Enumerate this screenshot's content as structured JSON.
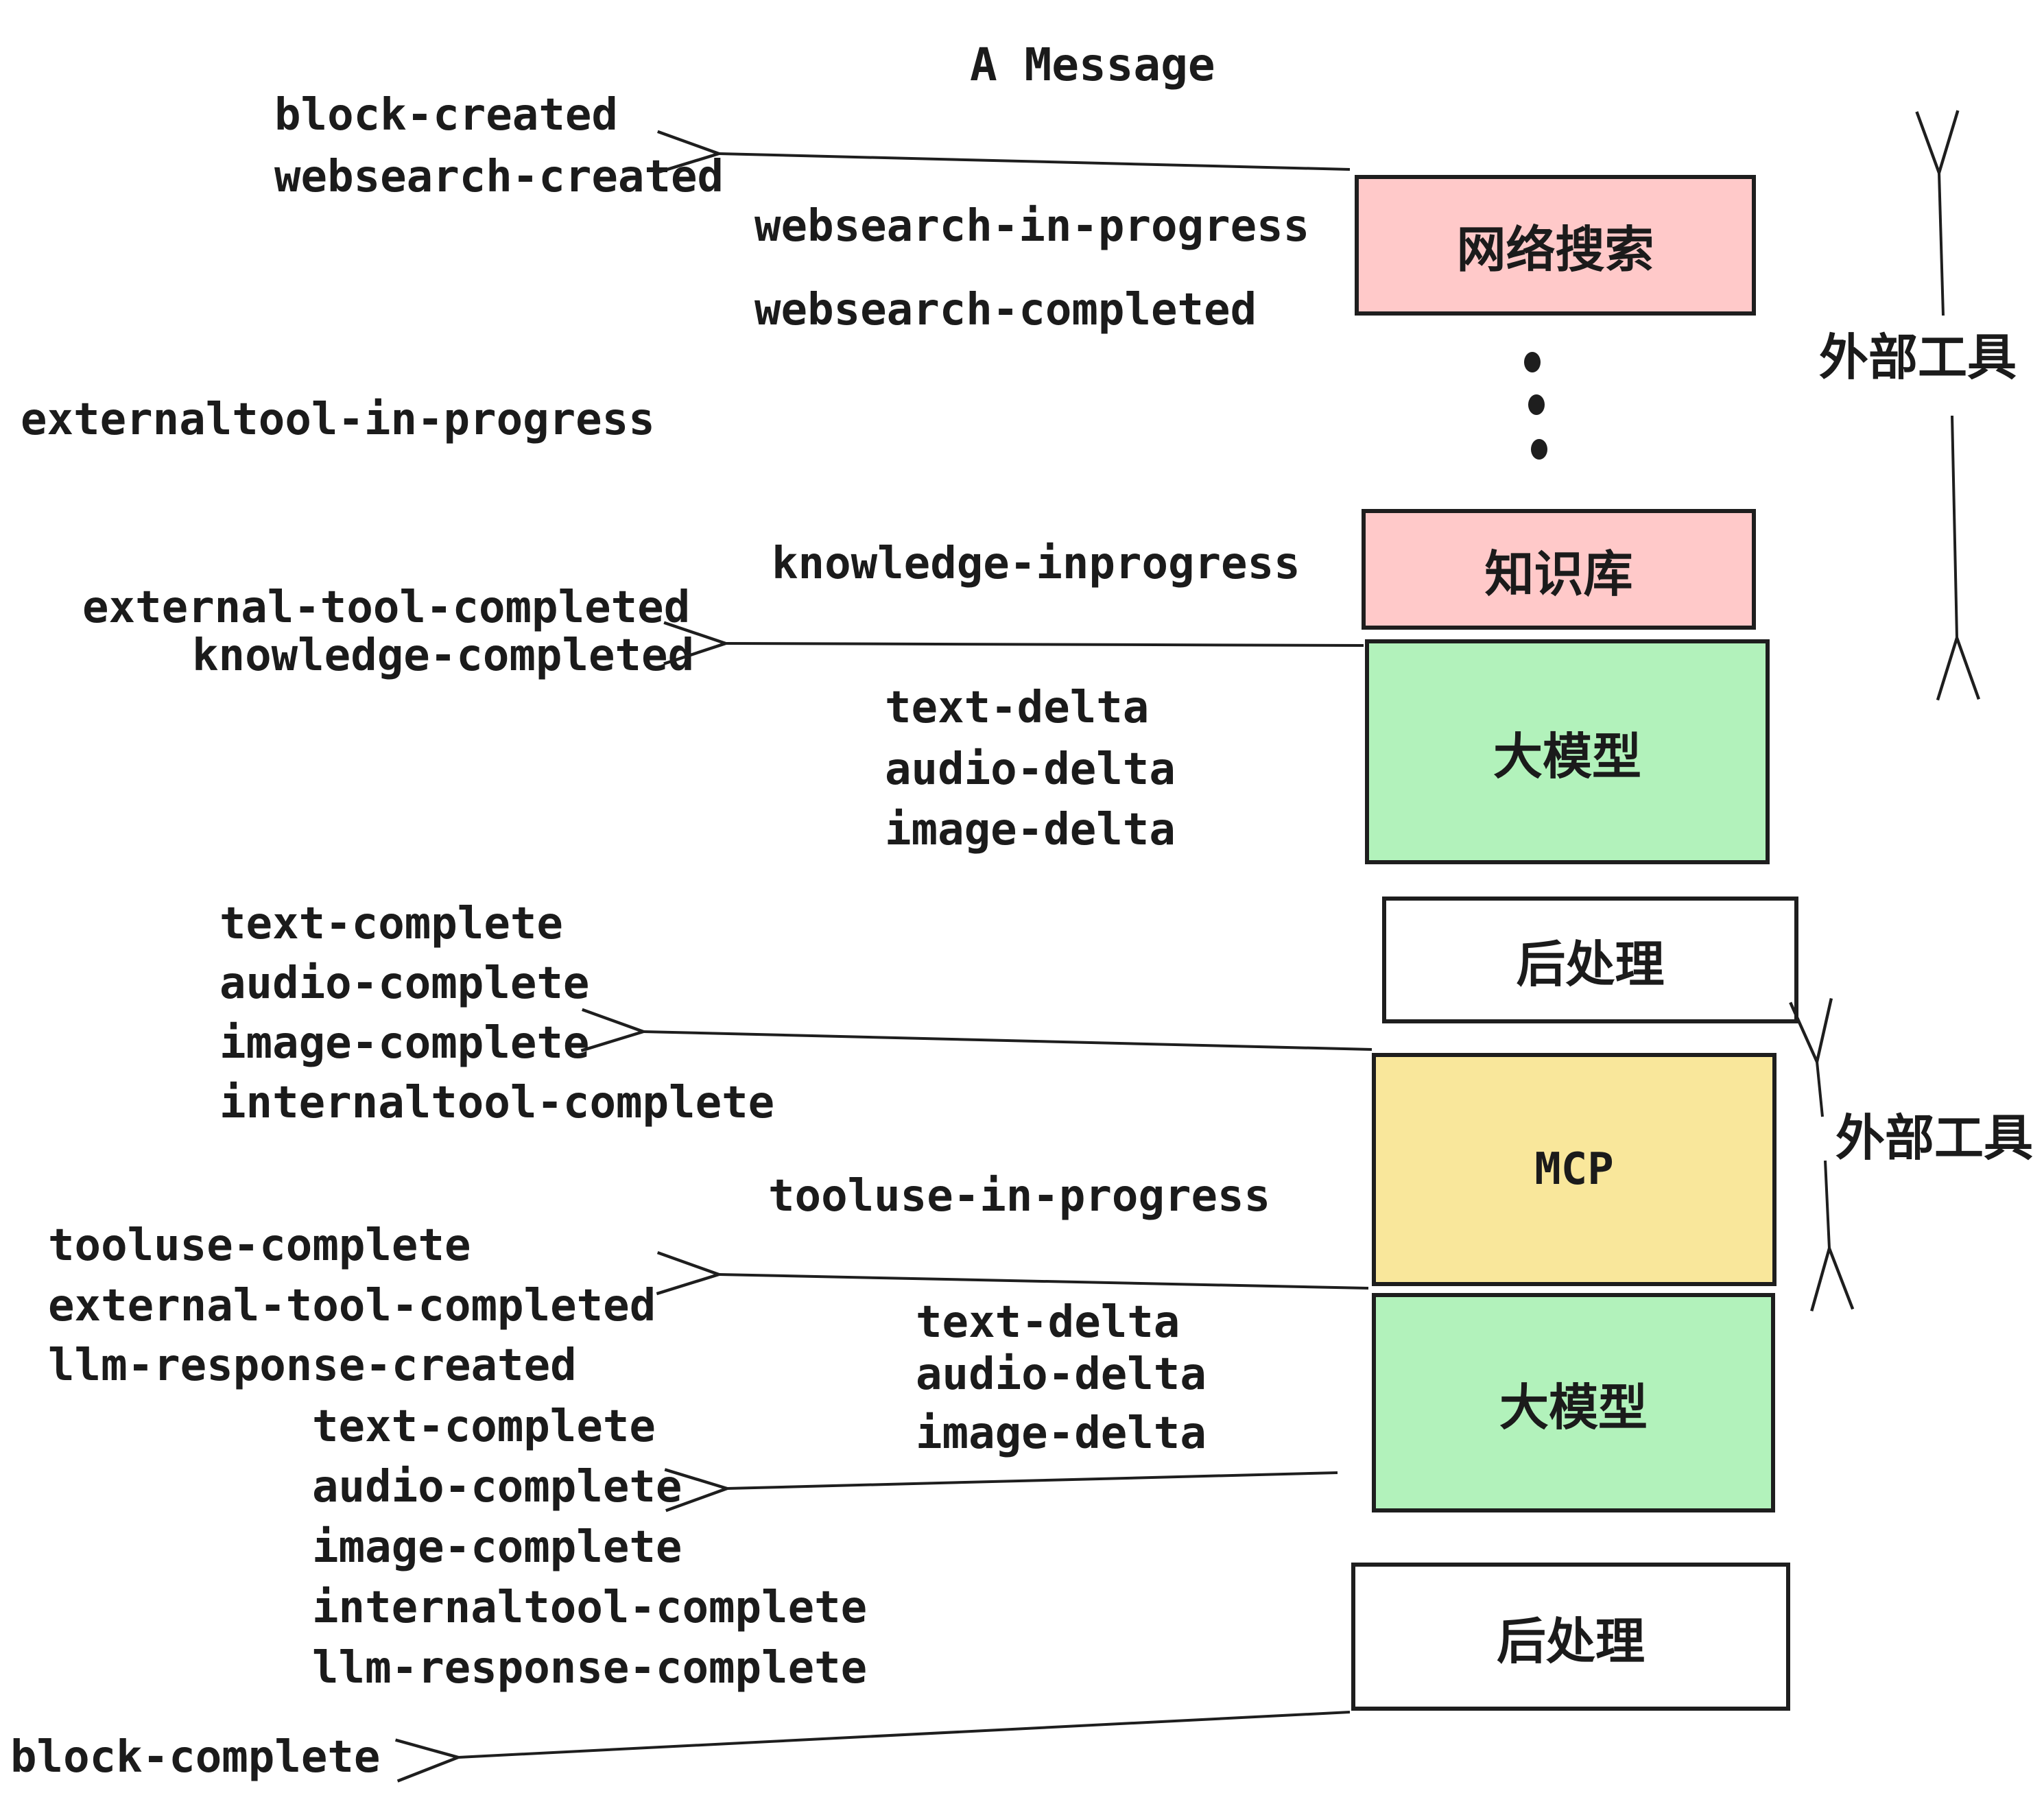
{
  "title": "A Message",
  "colors": {
    "pink": "#ffc9c9",
    "green": "#b2f2bb",
    "yellow": "#f9e79b",
    "white": "#ffffff",
    "stroke": "#1e1e1e",
    "text": "#1b1b1b"
  },
  "pipeline_boxes": [
    {
      "label": "网络搜索",
      "fill": "#ffc9c9"
    },
    {
      "label": "知识库",
      "fill": "#ffc9c9"
    },
    {
      "label": "大模型",
      "fill": "#b2f2bb"
    },
    {
      "label": "后处理",
      "fill": "#ffffff"
    },
    {
      "label": "MCP",
      "fill": "#f9e79b"
    },
    {
      "label": "大模型",
      "fill": "#b2f2bb"
    },
    {
      "label": "后处理",
      "fill": "#ffffff"
    }
  ],
  "side_labels": [
    {
      "label": "外部工具"
    },
    {
      "label": "外部工具"
    }
  ],
  "events": [
    {
      "label": "block-created"
    },
    {
      "label": "websearch-created"
    },
    {
      "label": "websearch-in-progress"
    },
    {
      "label": "websearch-completed"
    },
    {
      "label": "externaltool-in-progress"
    },
    {
      "label": "knowledge-inprogress"
    },
    {
      "label": "external-tool-completed"
    },
    {
      "label": "knowledge-completed"
    },
    {
      "label": "text-delta"
    },
    {
      "label": "audio-delta"
    },
    {
      "label": "image-delta"
    },
    {
      "label": "text-complete"
    },
    {
      "label": "audio-complete"
    },
    {
      "label": "image-complete"
    },
    {
      "label": "internaltool-complete"
    },
    {
      "label": "tooluse-in-progress"
    },
    {
      "label": "tooluse-complete"
    },
    {
      "label": "external-tool-completed"
    },
    {
      "label": "llm-response-created"
    },
    {
      "label": "text-delta"
    },
    {
      "label": "audio-delta"
    },
    {
      "label": "image-delta"
    },
    {
      "label": "text-complete"
    },
    {
      "label": "audio-complete"
    },
    {
      "label": "image-complete"
    },
    {
      "label": "internaltool-complete"
    },
    {
      "label": "llm-response-complete"
    },
    {
      "label": "block-complete"
    }
  ]
}
